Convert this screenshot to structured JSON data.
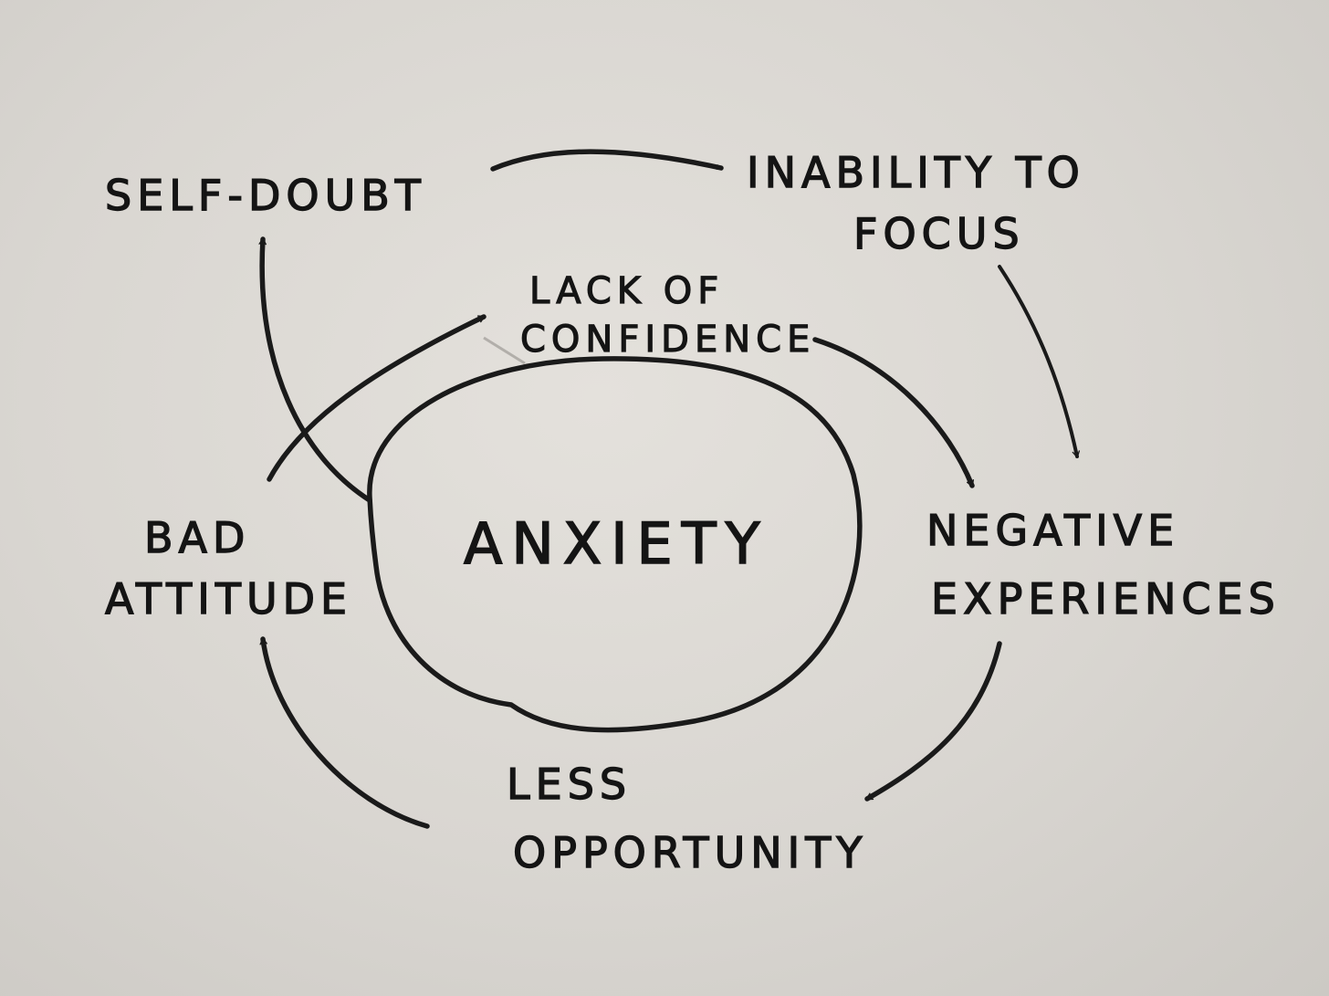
{
  "diagram": {
    "center": "ANXIETY",
    "nodes": {
      "self_doubt": "SELF-DOUBT",
      "inability_line1": "INABILITY TO",
      "inability_line2": "FOCUS",
      "lack_line1": "LACK OF",
      "lack_line2": "CONFIDENCE",
      "negative_line1": "NEGATIVE",
      "negative_line2": "EXPERIENCES",
      "less_line1": "LESS",
      "less_line2": "OPPORTUNITY",
      "bad_line1": "BAD",
      "bad_line2": "ATTITUDE"
    },
    "edges": [
      {
        "from": "SELF-DOUBT",
        "to": "INABILITY TO FOCUS"
      },
      {
        "from": "INABILITY TO FOCUS",
        "to": "NEGATIVE EXPERIENCES"
      },
      {
        "from": "LACK OF CONFIDENCE",
        "to": "NEGATIVE EXPERIENCES"
      },
      {
        "from": "NEGATIVE EXPERIENCES",
        "to": "LESS OPPORTUNITY"
      },
      {
        "from": "LESS OPPORTUNITY",
        "to": "BAD ATTITUDE"
      },
      {
        "from": "BAD ATTITUDE",
        "to": "LACK OF CONFIDENCE"
      },
      {
        "from": "ANXIETY",
        "to": "SELF-DOUBT"
      }
    ],
    "colors": {
      "ink": "#1a1a1a",
      "paper": "#dcd9d4"
    }
  }
}
